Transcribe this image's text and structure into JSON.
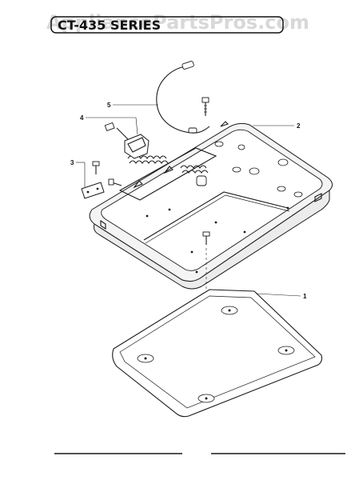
{
  "watermark": {
    "text": "AppliancePartsPros.com"
  },
  "header": {
    "title": "CT-435 SERIES"
  },
  "diagram": {
    "callouts": [
      {
        "id": "1",
        "label": "1"
      },
      {
        "id": "2",
        "label": "2"
      },
      {
        "id": "3",
        "label": "3"
      },
      {
        "id": "4",
        "label": "4"
      },
      {
        "id": "5",
        "label": "5"
      }
    ]
  }
}
